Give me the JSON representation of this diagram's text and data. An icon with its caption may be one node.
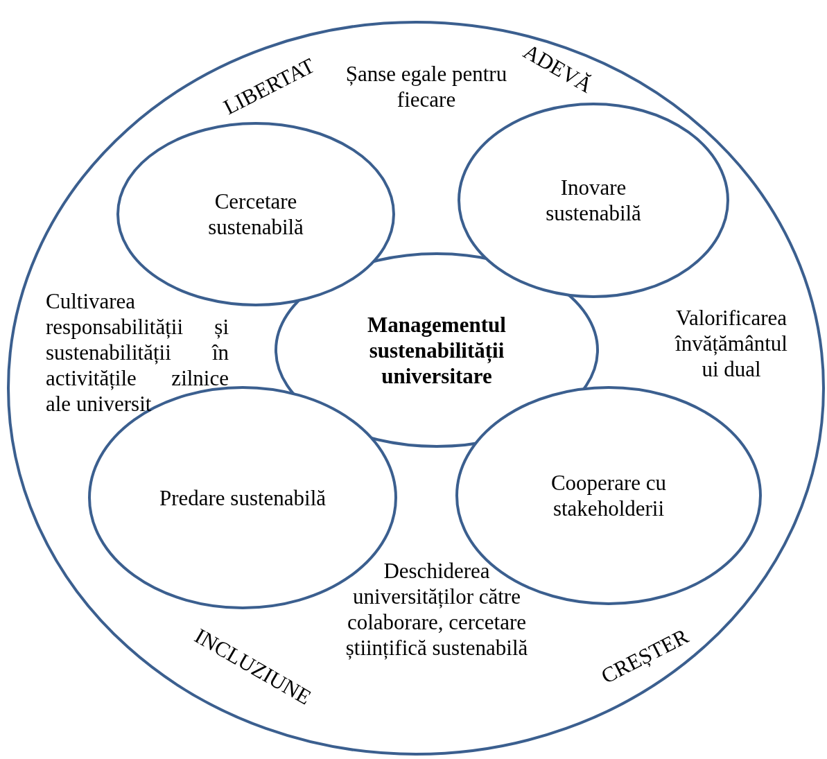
{
  "diagram": {
    "nodes": [
      {
        "text": [],
        "shape": "circle"
      },
      {
        "text": [
          "Cercetare sustenabilă"
        ],
        "in": 0
      },
      {
        "text": [
          "Inovare sustenabilă"
        ],
        "in": 0
      },
      {
        "text": [
          "Managementul sustenabilității universitare"
        ],
        "in": 0
      },
      {
        "text": [
          "Predare sustenabilă"
        ],
        "in": 0
      },
      {
        "text": [
          "Cooperare cu stakeholderii"
        ],
        "in": 0
      }
    ],
    "labels": [
      "Șanse egale pentru fiecare",
      "LIBERTAT",
      "ADEVĂ",
      "Cultivarea responsabilității și sustenabilității în activitățile zilnice ale universit",
      "Valorificarea învățământul ui dual",
      "Deschiderea universităților către colaborare, cercetare științifică sustenabilă",
      "INCLUZIUNE",
      "CREȘTER"
    ]
  }
}
